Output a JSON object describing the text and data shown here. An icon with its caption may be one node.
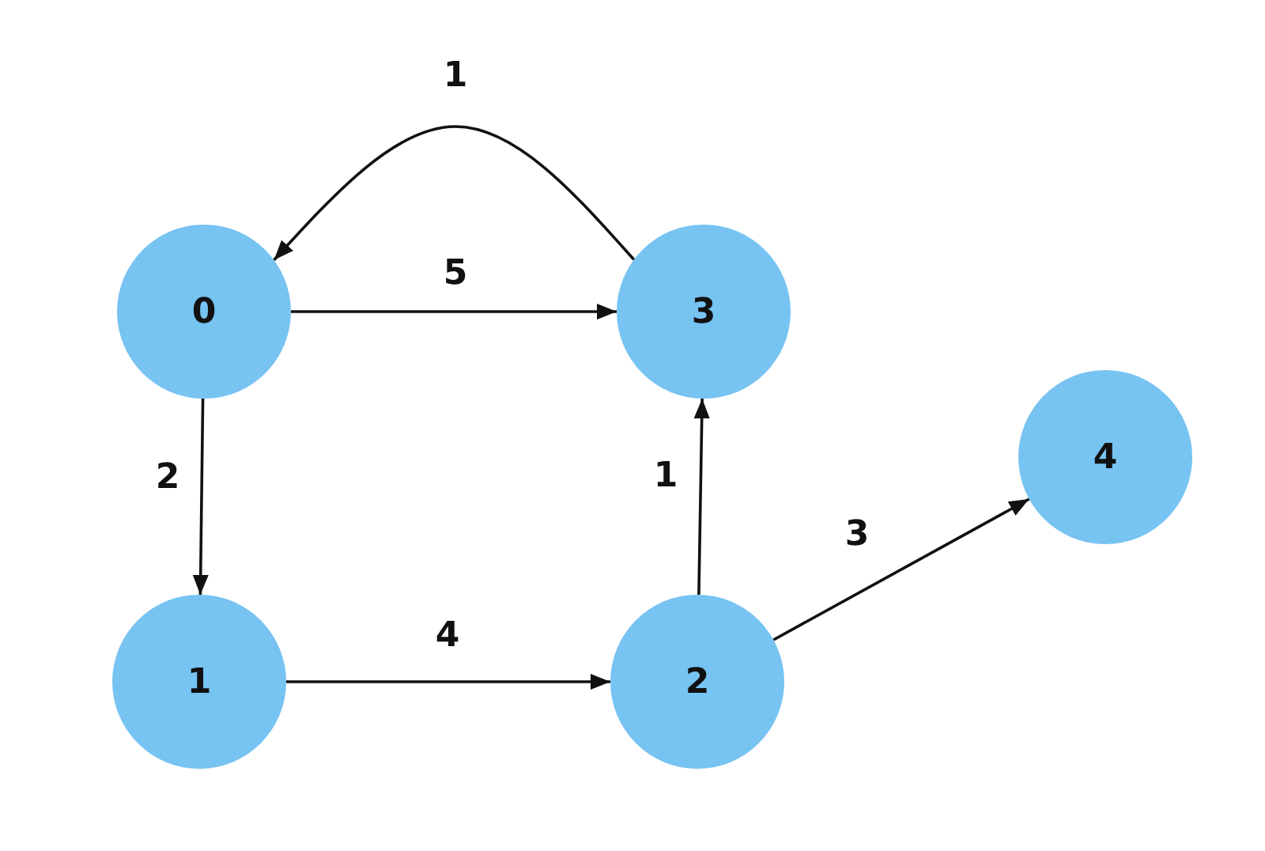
{
  "diagram": {
    "nodes": [
      {
        "text": [
          "0"
        ]
      },
      {
        "text": [
          "3"
        ]
      },
      {
        "text": [
          "4"
        ]
      },
      {
        "text": [
          "1"
        ]
      },
      {
        "text": [
          "2"
        ]
      }
    ],
    "edges": [
      {
        "from": 1,
        "to": 0,
        "arrow": "to",
        "label": "1"
      },
      {
        "from": 0,
        "to": 1,
        "arrow": "to",
        "label": "5"
      },
      {
        "from": 0,
        "to": 3,
        "arrow": "to",
        "label": "2"
      },
      {
        "from": 3,
        "to": 4,
        "arrow": "to",
        "label": "4"
      },
      {
        "from": 4,
        "to": 1,
        "arrow": "to",
        "label": "1"
      },
      {
        "from": 4,
        "to": 2,
        "arrow": "to",
        "label": "3"
      }
    ]
  }
}
